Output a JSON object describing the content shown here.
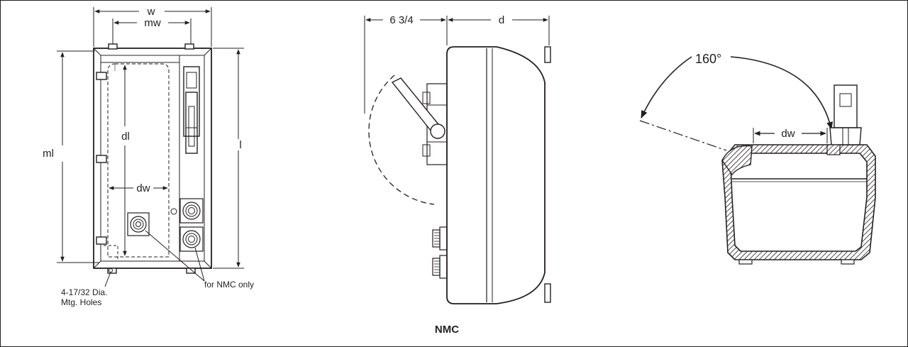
{
  "front_view": {
    "dim_w": "w",
    "dim_mw": "mw",
    "dim_ml": "ml",
    "dim_l": "l",
    "dim_dl": "dl",
    "dim_dw": "dw",
    "note_holes_line1": "4-17/32 Dia.",
    "note_holes_line2": "Mtg. Holes",
    "note_nmc_only": "for NMC only"
  },
  "side_view": {
    "dim_clearance": "6 3/4",
    "dim_d": "d",
    "caption": "NMC"
  },
  "section_view": {
    "angle_label": "160°",
    "dim_dw": "dw"
  },
  "colors": {
    "ink": "#231f20",
    "paper": "#ffffff"
  }
}
